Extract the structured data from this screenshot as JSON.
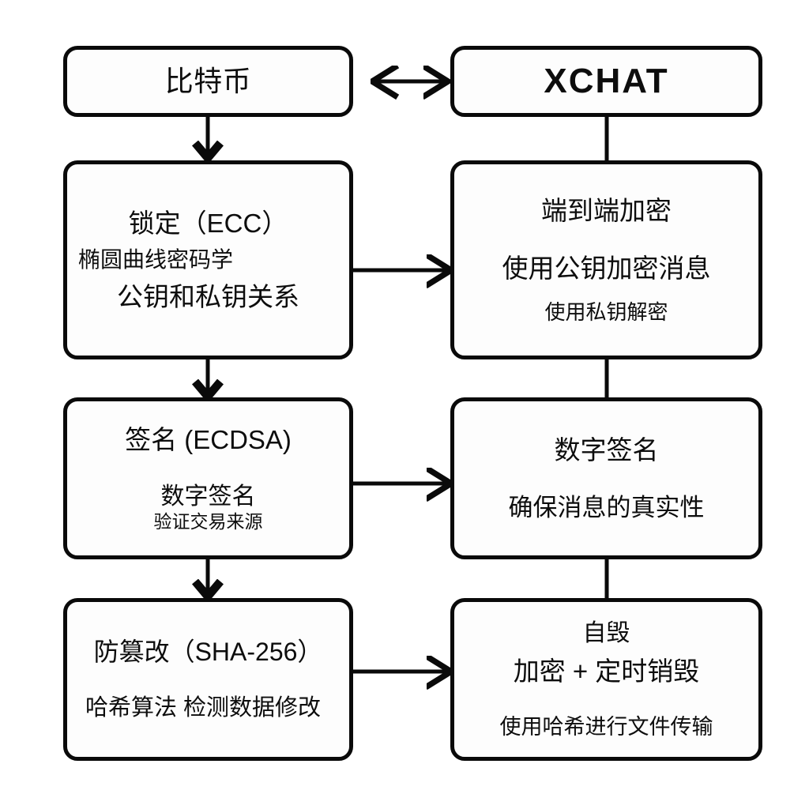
{
  "diagram": {
    "title_left": "比特币",
    "title_right": "XCHAT",
    "background": "#ffffff",
    "stroke": "#0a0a0a",
    "left_column": [
      {
        "id": "bitcoin",
        "heading": "比特币"
      },
      {
        "id": "ecc",
        "heading": "锁定（ECC）",
        "line2": "椭圆曲线密码学",
        "line3": "公钥和私钥关系"
      },
      {
        "id": "ecdsa",
        "heading": "签名 (ECDSA)",
        "line2": "数字签名",
        "line3": "验证交易来源"
      },
      {
        "id": "sha256",
        "heading": "防篡改（SHA-256）",
        "line2": "哈希算法 检测数据修改"
      }
    ],
    "right_column": [
      {
        "id": "xchat",
        "heading": "XCHAT"
      },
      {
        "id": "e2ee",
        "heading": "端到端加密",
        "line2": "使用公钥加密消息",
        "line3": "使用私钥解密"
      },
      {
        "id": "digital-signature",
        "heading": "数字签名",
        "line2": "确保消息的真实性"
      },
      {
        "id": "self-destruct",
        "heading": "自毁",
        "line2": "加密 + 定时销毁",
        "line3": "使用哈希进行文件传输"
      }
    ],
    "connectors": {
      "top_bidirectional": "double-arrow",
      "left_vertical": "down-arrow",
      "right_vertical": "plain-line",
      "cross_links": "right-arrow"
    }
  }
}
